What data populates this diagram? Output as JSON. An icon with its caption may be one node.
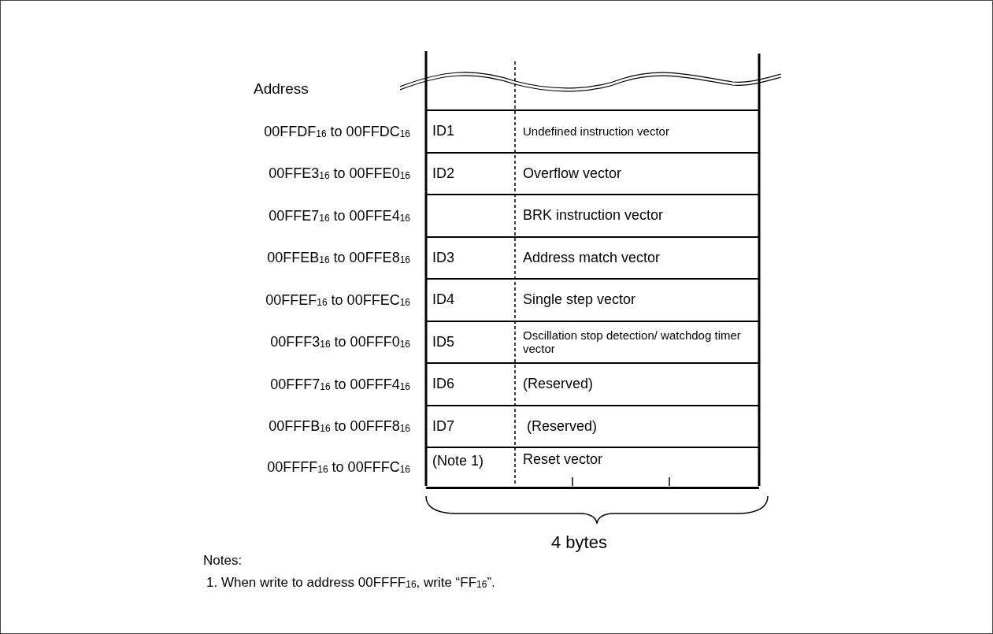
{
  "diagram": {
    "nodes": [
      {
        "text": [
          "ID1",
          "Undefined instruction vector"
        ],
        "beside": [
          "00FFDF$_{16}$ to 00FFDC$_{16}$"
        ]
      },
      {
        "text": [
          "ID2",
          "Overflow vector"
        ],
        "beside": [
          "00FFE3$_{16}$ to 00FFE0$_{16}$"
        ]
      },
      {
        "text": [
          "BRK instruction vector"
        ],
        "beside": [
          "00FFE7$_{16}$ to 00FFE4$_{16}$"
        ]
      },
      {
        "text": [
          "ID3",
          "Address match vector"
        ],
        "beside": [
          "00FFEB$_{16}$ to 00FFE8$_{16}$"
        ]
      },
      {
        "text": [
          "ID4",
          "Single step vector"
        ],
        "beside": [
          "00FFEF$_{16}$ to 00FFEC$_{16}$"
        ]
      },
      {
        "text": [
          "ID5",
          "Oscillation stop detection/ watchdog timer vector"
        ],
        "beside": [
          "00FFF3$_{16}$ to 00FFF0$_{16}$"
        ]
      },
      {
        "text": [
          "ID6",
          "(Reserved)"
        ],
        "beside": [
          "00FFF7$_{16}$ to 00FFF4$_{16}$"
        ]
      },
      {
        "text": [
          "ID7",
          "(Reserved)"
        ],
        "beside": [
          "00FFFB$_{16}$ to 00FFF8$_{16}$"
        ]
      },
      {
        "text": [
          "(Note 1)",
          "Reset vector"
        ],
        "beside": [
          "00FFFF$_{16}$ to 00FFFC$_{16}$"
        ]
      }
    ],
    "labels": [
      "Address",
      "4 bytes",
      "Notes:",
      "1. When write to address 00FFFF$_{16}$, write “FF$_{16}$”."
    ]
  }
}
